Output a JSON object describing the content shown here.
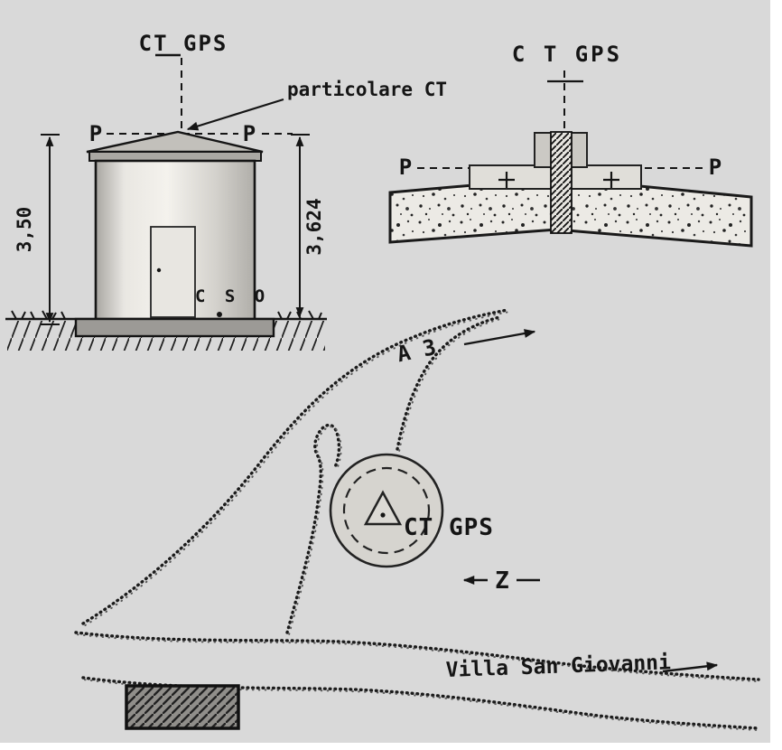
{
  "colors": {
    "paper": "#d9d9d9",
    "ink": "#151515"
  },
  "elevation": {
    "axis_label": "CT GPS",
    "detail_callout": "particolare CT",
    "p_left": "P",
    "p_right": "P",
    "dim_left": "3,50",
    "dim_right": "3,624",
    "benchmark_label": "C S O"
  },
  "section": {
    "axis_label": "C T GPS",
    "p_left": "P",
    "p_right": "P"
  },
  "map": {
    "highway_label": "A 3",
    "station_label": "CT GPS",
    "north_label": "Z",
    "destination_label": "Villa San Giovanni"
  }
}
